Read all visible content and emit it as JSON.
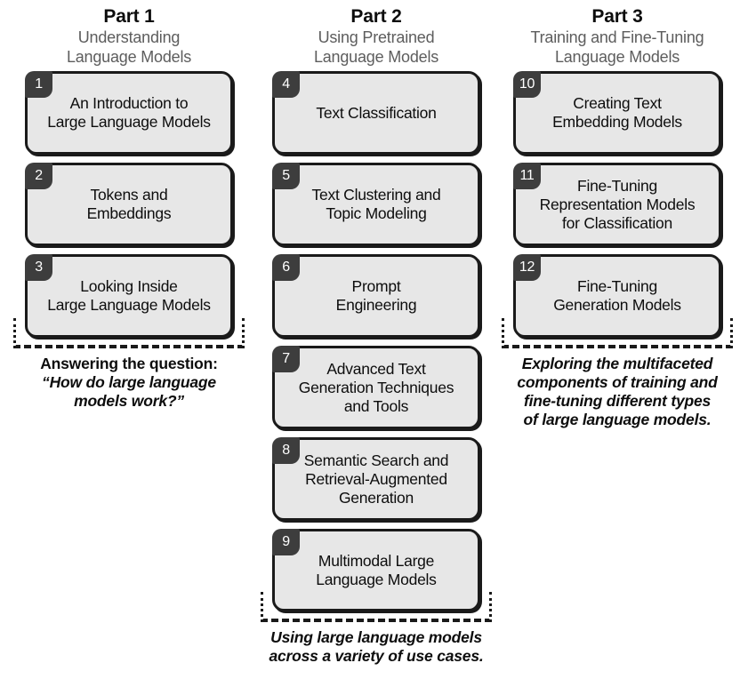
{
  "parts": [
    {
      "title": "Part 1",
      "subtitle": "Understanding\nLanguage Models",
      "chapters": [
        {
          "number": "1",
          "label": "An Introduction to\nLarge Language Models"
        },
        {
          "number": "2",
          "label": "Tokens and\nEmbeddings"
        },
        {
          "number": "3",
          "label": "Looking Inside\nLarge Language Models"
        }
      ],
      "caption_plain": "Answering the question:",
      "caption_italic": "“How do large language\nmodels work?”"
    },
    {
      "title": "Part 2",
      "subtitle": "Using Pretrained\nLanguage Models",
      "chapters": [
        {
          "number": "4",
          "label": "Text Classification"
        },
        {
          "number": "5",
          "label": "Text Clustering and\nTopic Modeling"
        },
        {
          "number": "6",
          "label": "Prompt\nEngineering"
        },
        {
          "number": "7",
          "label": "Advanced Text\nGeneration Techniques\nand Tools"
        },
        {
          "number": "8",
          "label": "Semantic Search and\nRetrieval-Augmented\nGeneration"
        },
        {
          "number": "9",
          "label": "Multimodal Large\nLanguage Models"
        }
      ],
      "caption_plain": "",
      "caption_italic": "Using large language models\nacross a variety of use cases."
    },
    {
      "title": "Part 3",
      "subtitle": "Training and Fine-Tuning\nLanguage Models",
      "chapters": [
        {
          "number": "10",
          "label": "Creating Text\nEmbedding Models"
        },
        {
          "number": "11",
          "label": "Fine-Tuning\nRepresentation Models\nfor Classification"
        },
        {
          "number": "12",
          "label": "Fine-Tuning\nGeneration Models"
        }
      ],
      "caption_plain": "",
      "caption_italic": "Exploring the multifaceted\ncomponents of training and\nfine-tuning different types\nof large language models."
    }
  ],
  "colors": {
    "box_fill": "#e7e7e7",
    "box_border": "#1a1a1a",
    "badge_fill": "#3d3d3d",
    "badge_text": "#ffffff",
    "subtitle_text": "#5d5d5d",
    "body_text": "#0d0d0d",
    "background": "#ffffff"
  }
}
